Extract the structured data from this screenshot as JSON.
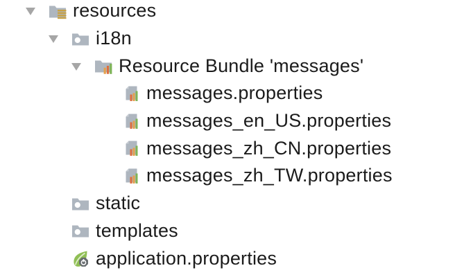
{
  "colors": {
    "background": "#ffffff",
    "text": "#1b1b1b",
    "arrow": "#a6a6a6",
    "folder": "#aeb6bf",
    "page": "#aeb6bf",
    "fold": "#c9cfd6",
    "dot": "#ffffff",
    "gold_lines": "#c9a244",
    "bar_amber": "#e5a04c",
    "bar_orange": "#dc6e3f",
    "bar_green": "#7eb457",
    "leaf": "#90bf55",
    "leaf_highlight": "#dfeecb",
    "gear": "#666b6e",
    "glyph": "#ffffff"
  },
  "tree": {
    "items": [
      {
        "label": "resources",
        "level": 0,
        "expanded": true,
        "icon": "resources-folder-icon"
      },
      {
        "label": "i18n",
        "level": 1,
        "expanded": true,
        "icon": "folder-icon"
      },
      {
        "label": "Resource Bundle 'messages'",
        "level": 2,
        "expanded": true,
        "icon": "resource-bundle-folder-icon"
      },
      {
        "label": "messages.properties",
        "level": 3,
        "expanded": false,
        "icon": "properties-file-icon"
      },
      {
        "label": "messages_en_US.properties",
        "level": 3,
        "expanded": false,
        "icon": "properties-file-icon"
      },
      {
        "label": "messages_zh_CN.properties",
        "level": 3,
        "expanded": false,
        "icon": "properties-file-icon"
      },
      {
        "label": "messages_zh_TW.properties",
        "level": 3,
        "expanded": false,
        "icon": "properties-file-icon"
      },
      {
        "label": "static",
        "level": 1,
        "expanded": false,
        "icon": "folder-icon"
      },
      {
        "label": "templates",
        "level": 1,
        "expanded": false,
        "icon": "folder-icon"
      },
      {
        "label": "application.properties",
        "level": 1,
        "expanded": false,
        "icon": "spring-boot-icon"
      }
    ]
  }
}
